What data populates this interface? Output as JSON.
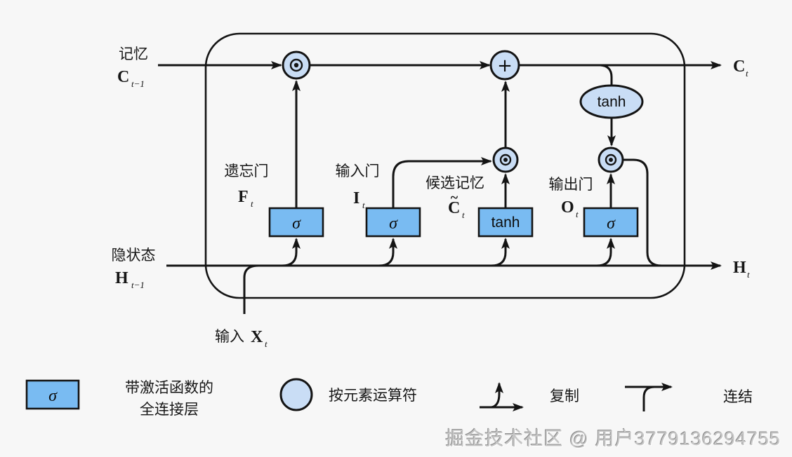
{
  "colors": {
    "background": "#f7f7f7",
    "box_fill": "#79bbf2",
    "node_fill": "#c9ddf5",
    "stroke": "#141414"
  },
  "nodes": {
    "multiply": "⊙",
    "add": "+",
    "tanh": "tanh",
    "sigma": "σ"
  },
  "io": {
    "memory_in": {
      "label": "记忆",
      "symbol": "C",
      "subscript": "t−1"
    },
    "hidden_in": {
      "label": "隐状态",
      "symbol": "H",
      "subscript": "t−1"
    },
    "input": {
      "label": "输入",
      "symbol": "X",
      "subscript": "t"
    },
    "memory_out": {
      "symbol": "C",
      "subscript": "t"
    },
    "hidden_out": {
      "symbol": "H",
      "subscript": "t"
    }
  },
  "gates": [
    {
      "label": "遗忘门",
      "symbol": "F",
      "subscript": "t",
      "box": "σ"
    },
    {
      "label": "输入门",
      "symbol": "I",
      "subscript": "t",
      "box": "σ"
    },
    {
      "label": "候选记忆",
      "symbol": "C",
      "accent": "~",
      "subscript": "t",
      "box": "tanh"
    },
    {
      "label": "输出门",
      "symbol": "O",
      "subscript": "t",
      "box": "σ"
    }
  ],
  "legend": [
    {
      "symbol": "σ",
      "label_line1": "带激活函数的",
      "label_line2": "全连接层"
    },
    {
      "label": "按元素运算符"
    },
    {
      "label": "复制"
    },
    {
      "label": "连结"
    }
  ],
  "watermark": "掘金技术社区 @ 用户3779136294755"
}
